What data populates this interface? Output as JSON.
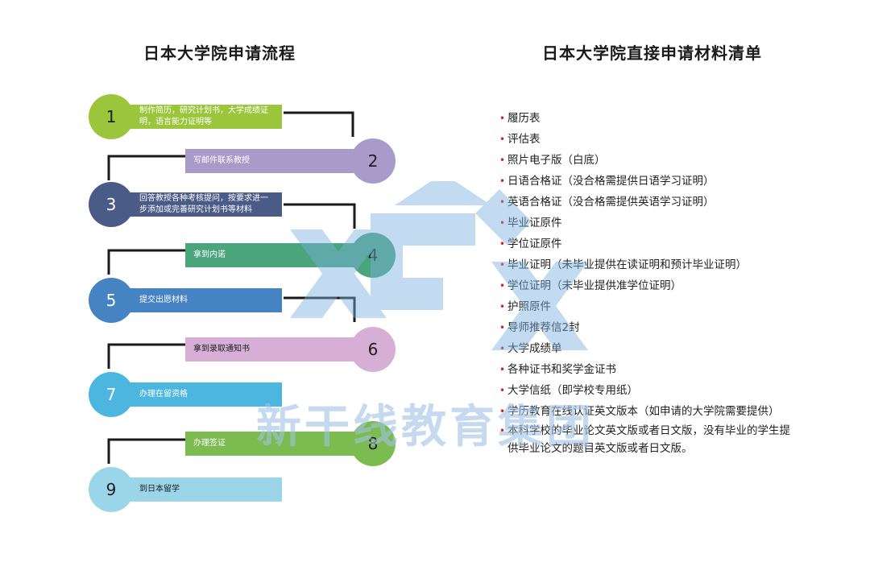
{
  "left_title": "日本大学院申请流程",
  "right_title": "日本大学院直接申请材料清单",
  "steps": [
    {
      "num": "1",
      "text": "制作简历，研究计划书，大学成绩证明，语言能力证明等",
      "color": "#9bc63c"
    },
    {
      "num": "2",
      "text": "写邮件联系教授",
      "color": "#a89ac9"
    },
    {
      "num": "3",
      "text": "回答教授各种考核提问，按要求进一步添加或完善研究计划书等材料",
      "color": "#4b5b88"
    },
    {
      "num": "4",
      "text": "拿到内诺",
      "color": "#4aa57d"
    },
    {
      "num": "5",
      "text": "提交出愿材料",
      "color": "#4683c3"
    },
    {
      "num": "6",
      "text": "拿到录取通知书",
      "color": "#d6aed6"
    },
    {
      "num": "7",
      "text": "办理在留资格",
      "color": "#4db6e0"
    },
    {
      "num": "8",
      "text": "办理签证",
      "color": "#7cbb50"
    },
    {
      "num": "9",
      "text": "到日本留学",
      "color": "#9ad5ea"
    }
  ],
  "materials": [
    "履历表",
    "评估表",
    "照片电子版（白底）",
    "日语合格证（没合格需提供日语学习证明）",
    "英语合格证（没合格需提供英语学习证明）",
    "毕业证原件",
    "学位证原件",
    "毕业证明（未毕业提供在读证明和预计毕业证明）",
    "学位证明（未毕业提供准学位证明）",
    "护照原件",
    "导师推荐信2封",
    "大学成绩单",
    "各种证书和奖学金证书",
    "大学信纸（即学校专用纸）",
    "学历教育在线认证英文版本（如申请的大学院需要提供）",
    "本科学校的毕业论文英文版或者日文版，没有毕业的学生提供毕业论文的题目英文版或者日文版。"
  ],
  "bullet": "•",
  "watermark": "新干线教育集团"
}
